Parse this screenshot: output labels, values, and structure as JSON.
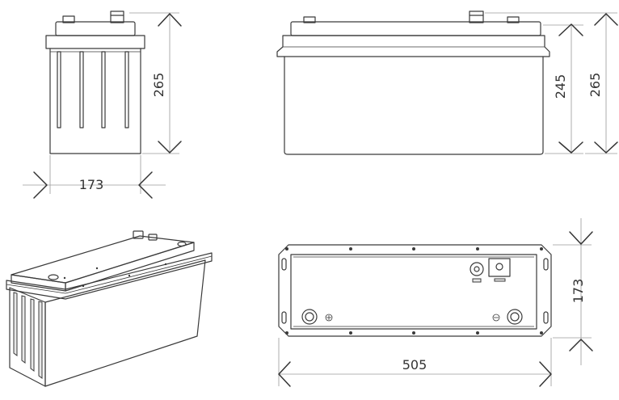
{
  "dimensions": {
    "side_width": "173",
    "side_height": "265",
    "front_inner_height": "245",
    "front_height": "265",
    "top_length": "505",
    "top_depth": "173"
  },
  "colors": {
    "line": "#3a3a3a",
    "extension": "#9a9a9a",
    "text": "#333333"
  }
}
